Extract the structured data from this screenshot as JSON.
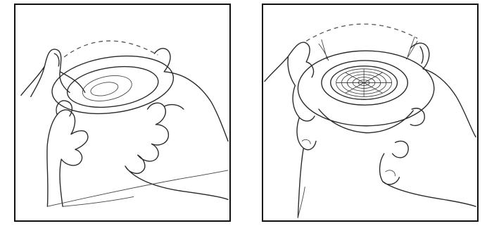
{
  "figure": {
    "panels": [
      {
        "id": "step-1",
        "depicts": "hands-tilting-ring-fixture",
        "icon": "fixture-ring-hands-illustration"
      },
      {
        "id": "step-2",
        "depicts": "hands-holding-downlight-fixture",
        "icon": "downlight-hands-illustration"
      }
    ],
    "colors": {
      "line": "#2a2a2a",
      "frame": "#111111",
      "background": "#ffffff"
    }
  }
}
